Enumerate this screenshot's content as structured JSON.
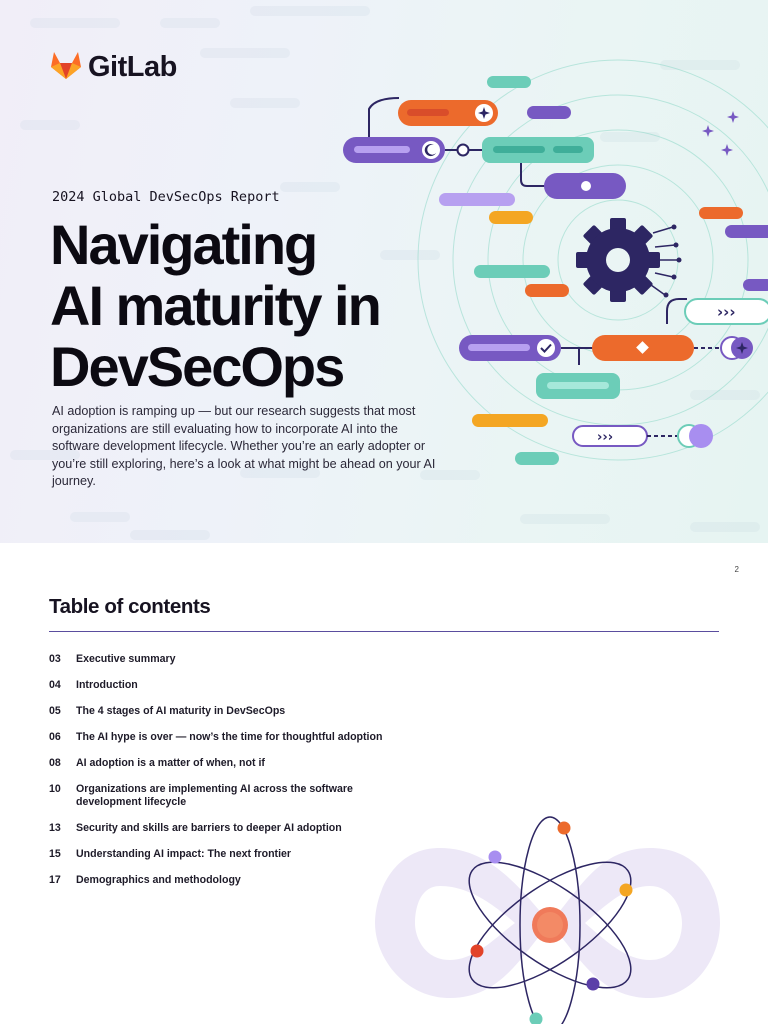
{
  "cover": {
    "brand": "GitLab",
    "report_label": "2024 Global DevSecOps Report",
    "title_lines": [
      "Navigating",
      "AI maturity in",
      "DevSecOps"
    ],
    "intro": "AI adoption is ramping up — but our research suggests that most organizations are still evaluating how to incorporate AI into the software development lifecycle. Whether you’re an early adopter or you’re still exploring, here’s a look at what might be ahead on your AI journey.",
    "art_chevrons_1": "›››",
    "art_chevrons_2": "›››"
  },
  "toc": {
    "page_number": "2",
    "title": "Table of contents",
    "items": [
      {
        "num": "03",
        "label": "Executive summary"
      },
      {
        "num": "04",
        "label": "Introduction"
      },
      {
        "num": "05",
        "label": "The 4 stages of AI maturity in DevSecOps"
      },
      {
        "num": "06",
        "label": "The AI hype is over — now’s the time for thoughtful adoption"
      },
      {
        "num": "08",
        "label": "AI adoption is a matter of when, not if"
      },
      {
        "num": "10",
        "label": "Organizations are implementing AI across the software development lifecycle"
      },
      {
        "num": "13",
        "label": "Security and skills are barriers to deeper AI adoption"
      },
      {
        "num": "15",
        "label": "Understanding AI impact: The next frontier"
      },
      {
        "num": "17",
        "label": "Demographics and methodology"
      }
    ]
  },
  "colors": {
    "orange": "#ec6a2c",
    "purple": "#7759c2",
    "teal": "#6ccdb8",
    "navy": "#2d2663",
    "amber": "#f4a623",
    "lavender": "#b7a0f0"
  },
  "icons": [
    "gitlab-tanuki-icon",
    "sparkle-icon",
    "moon-icon",
    "check-icon",
    "gear-icon",
    "atom-icon"
  ]
}
